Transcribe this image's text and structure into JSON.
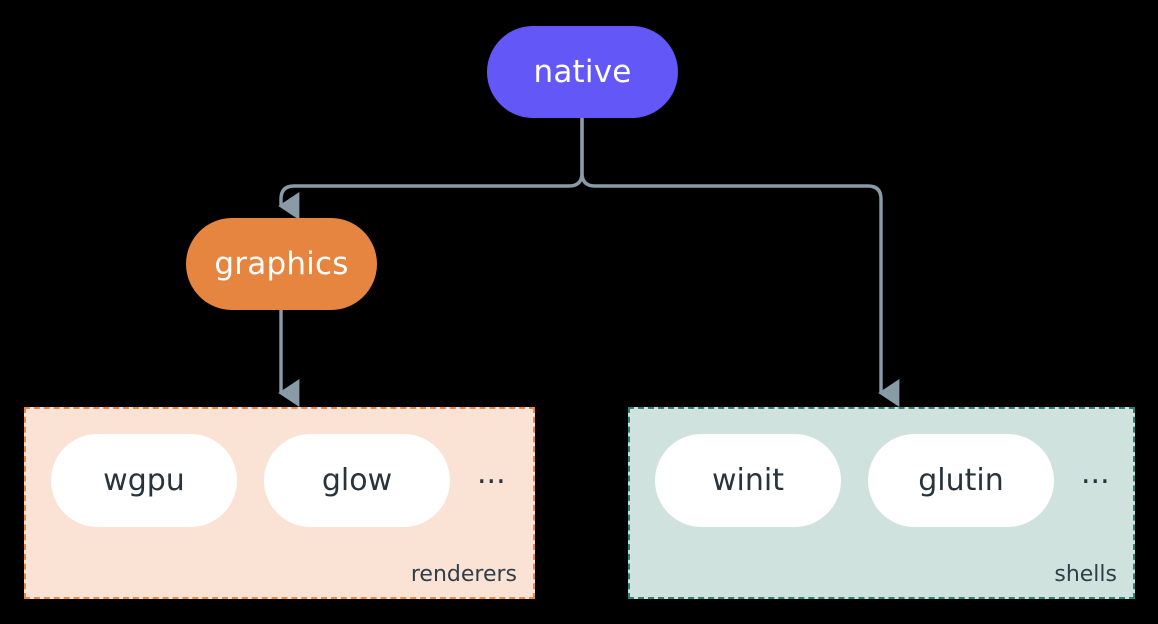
{
  "diagram": {
    "background_color": "#000000",
    "edge_color": "#8a9ba8",
    "nodes": {
      "native": {
        "label": "native",
        "color": "#6457f8",
        "text_color": "#ffffff"
      },
      "graphics": {
        "label": "graphics",
        "color": "#e5853f",
        "text_color": "#ffffff"
      }
    },
    "groups": [
      {
        "id": "renderers",
        "label": "renderers",
        "fill_color": "#fae3d4",
        "border_color": "#ea8a3d",
        "items": [
          {
            "label": "wgpu"
          },
          {
            "label": "glow"
          }
        ],
        "overflow": "..."
      },
      {
        "id": "shells",
        "label": "shells",
        "fill_color": "#cfe2dd",
        "border_color": "#2d8273",
        "items": [
          {
            "label": "winit"
          },
          {
            "label": "glutin"
          }
        ],
        "overflow": "..."
      }
    ],
    "edges": [
      {
        "from": "native",
        "to": "graphics"
      },
      {
        "from": "native",
        "to": "shells"
      },
      {
        "from": "graphics",
        "to": "renderers"
      }
    ]
  }
}
